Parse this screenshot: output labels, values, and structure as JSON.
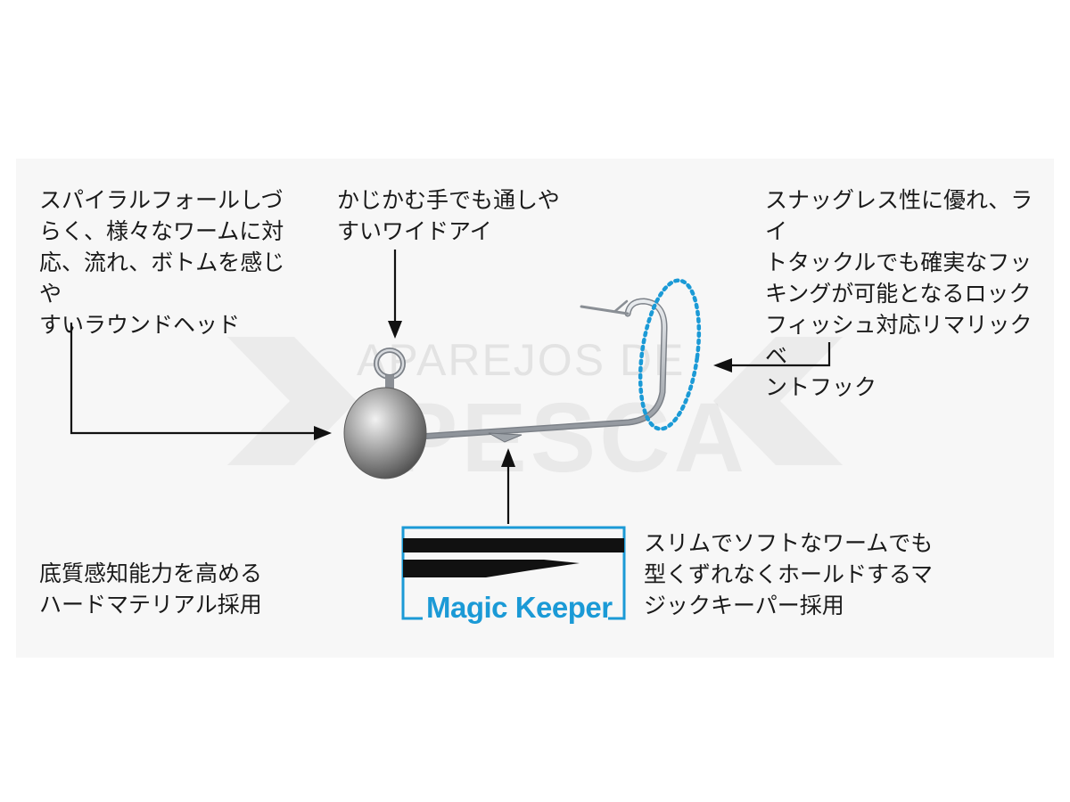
{
  "watermark": {
    "line1": "APAREJOS DE",
    "line2": "PESCA"
  },
  "annotations": {
    "round_head": "スパイラルフォールしづ\nらく、様々なワームに対\n応、流れ、ボトムを感じや\nすいラウンドヘッド",
    "wide_eye": "かじかむ手でも通しや\nすいワイドアイ",
    "hook_bend": "スナッグレス性に優れ、ライ\nトタックルでも確実なフッ\nキングが可能となるロック\nフィッシュ対応リマリックベ\nントフック",
    "hard_material": "底質感知能力を高める\nハードマテリアル採用",
    "magic_keeper_desc": "スリムでソフトなワームでも\n型くずれなくホールドするマ\nジックキーパー採用"
  },
  "magic_keeper": {
    "label": "Magic Keeper"
  },
  "colors": {
    "accent_blue": "#1b9ad6",
    "arrow": "#111111",
    "lead_head": "#8e8e8e",
    "wire": "#b9bdc2"
  }
}
